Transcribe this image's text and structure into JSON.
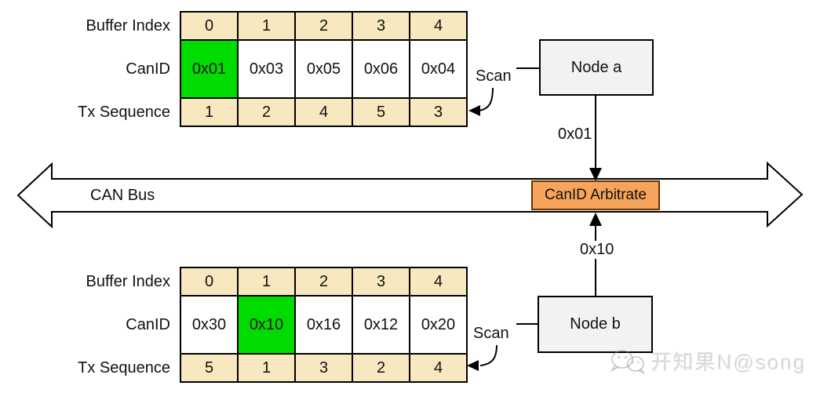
{
  "colors": {
    "green": "#00DC00",
    "tan": "#F8E8C0",
    "orange": "#F6A45B",
    "node_fill": "#F2F2F2",
    "border": "#000000",
    "arbitrate_border": "#663300"
  },
  "bus": {
    "label": "CAN Bus",
    "arbitrate": "CanID Arbitrate"
  },
  "nodes": {
    "a": {
      "label": "Node a",
      "message": "0x01",
      "scan": "Scan"
    },
    "b": {
      "label": "Node b",
      "message": "0x10",
      "scan": "Scan"
    }
  },
  "table_a": {
    "row_labels": [
      "Buffer Index",
      "CanID",
      "Tx Sequence"
    ],
    "buffer_index": [
      "0",
      "1",
      "2",
      "3",
      "4"
    ],
    "can_id": [
      "0x01",
      "0x03",
      "0x05",
      "0x06",
      "0x04"
    ],
    "tx_sequence": [
      "1",
      "2",
      "4",
      "5",
      "3"
    ],
    "highlighted_can_id": "0x01",
    "highlight_column": 0
  },
  "table_b": {
    "row_labels": [
      "Buffer Index",
      "CanID",
      "Tx Sequence"
    ],
    "buffer_index": [
      "0",
      "1",
      "2",
      "3",
      "4"
    ],
    "can_id": [
      "0x30",
      "0x10",
      "0x16",
      "0x12",
      "0x20"
    ],
    "tx_sequence": [
      "5",
      "1",
      "3",
      "2",
      "4"
    ],
    "highlighted_can_id": "0x10",
    "highlight_column": 1
  },
  "watermark": {
    "icon": "wechat-icon",
    "text": "开知果N@song"
  }
}
